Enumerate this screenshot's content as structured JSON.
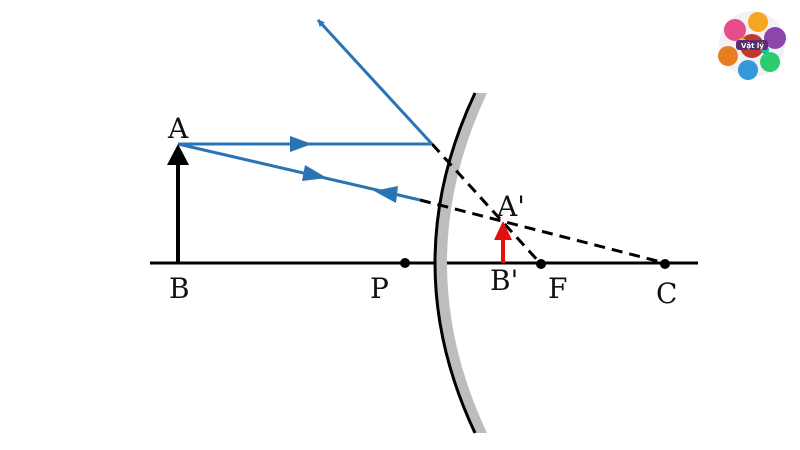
{
  "labels": {
    "A": "A",
    "B": "B",
    "P": "P",
    "A_prime": "A'",
    "B_prime": "B'",
    "F": "F",
    "C": "C"
  },
  "logo": {
    "text": "Vật lý"
  },
  "colors": {
    "ray": "#2a74b5",
    "object_arrow": "#000000",
    "image_arrow": "#e01010",
    "mirror_fill": "#bdbdbd",
    "axis": "#000000",
    "dashed": "#000000"
  }
}
